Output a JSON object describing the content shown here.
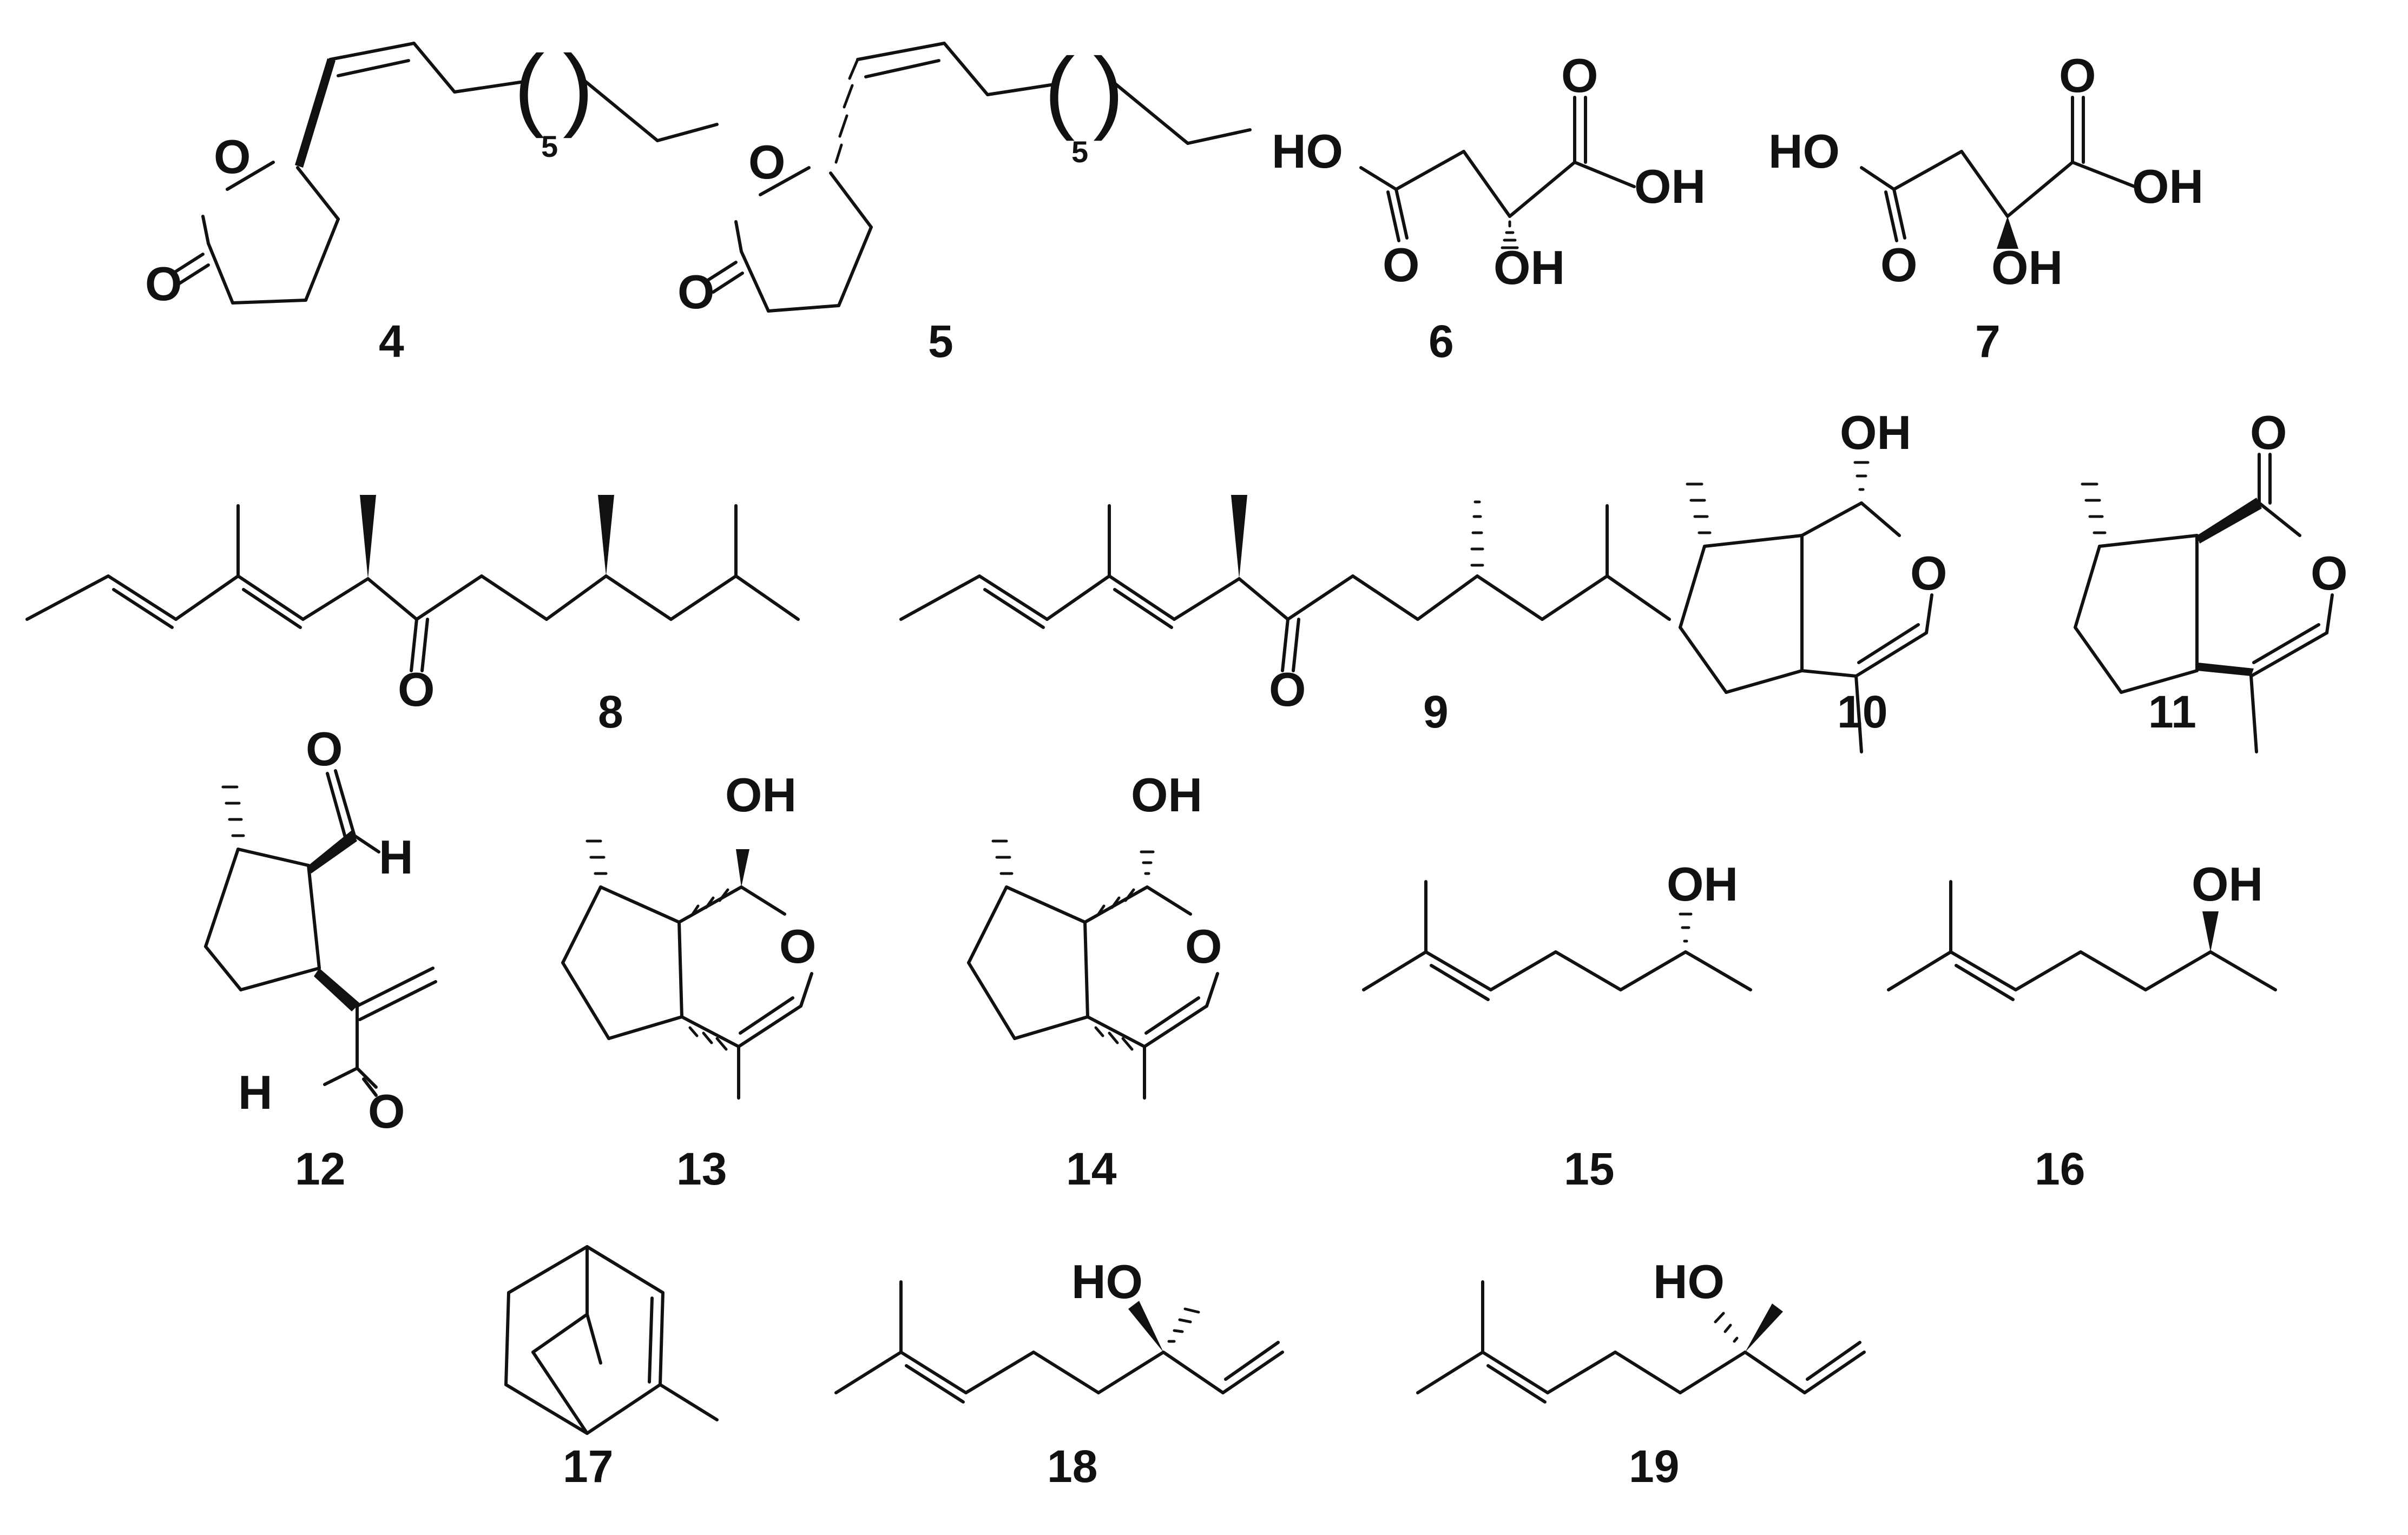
{
  "compound_ids": [
    "4",
    "5",
    "6",
    "7",
    "8",
    "9",
    "10",
    "11",
    "12",
    "13",
    "14",
    "15",
    "16",
    "17",
    "18",
    "19"
  ],
  "atoms": {
    "O": "O",
    "OH": "OH",
    "HO": "HO",
    "H": "H",
    "repeat_count": "5"
  }
}
